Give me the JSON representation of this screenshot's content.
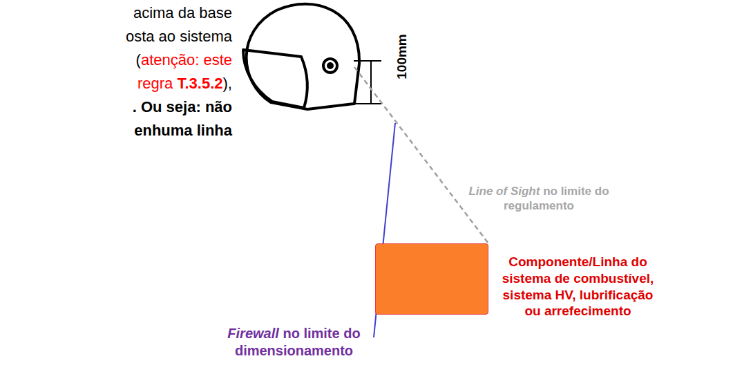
{
  "diagram": {
    "nodes": [
      {
        "text": [
          "Componente/Linha do sistema de combustível, sistema HV, lubrificação ou arrefecimento"
        ]
      }
    ],
    "labels": [
      "acima da base",
      "osta ao sistema",
      "(",
      "atenção: este",
      "regra",
      "T.3.5.2",
      "),",
      ". Ou seja: não",
      "enhuma linha",
      "100mm",
      "Line of Sight",
      "no limite do regulamento",
      "Firewall",
      "no limite do dimensionamento"
    ]
  }
}
